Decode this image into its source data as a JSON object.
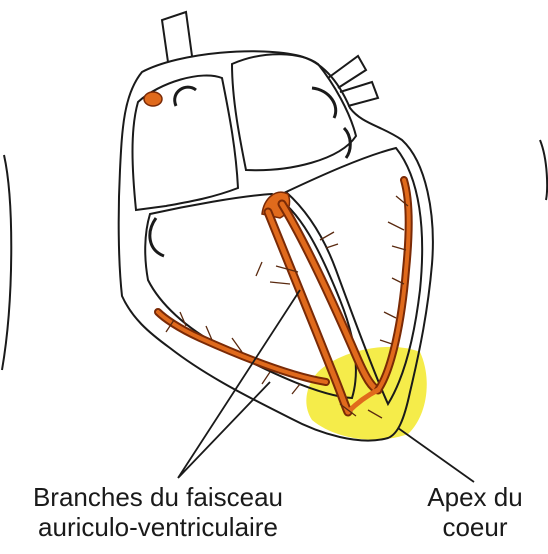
{
  "labels": {
    "branches": {
      "line1": "Branches du faisceau",
      "line2": "auriculo-ventriculaire"
    },
    "apex": {
      "line1": "Apex du",
      "line2": "coeur"
    }
  },
  "colors": {
    "conduction": "#e06a1c",
    "conduction_dark": "#7a2a06",
    "apex_highlight": "#f5ec4a",
    "outline": "#1a1a1a",
    "background": "#ffffff"
  }
}
